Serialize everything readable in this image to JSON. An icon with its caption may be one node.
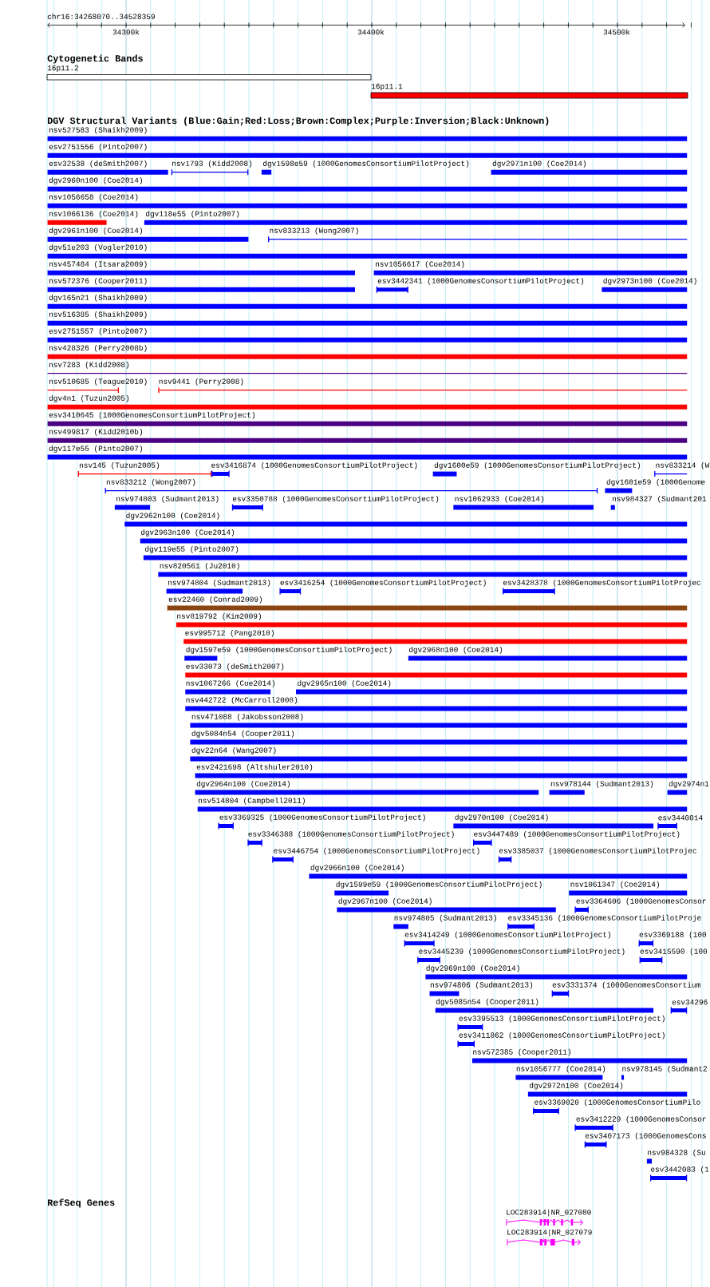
{
  "diagram": {
    "labels": [
      "chr16:34268070..34528359",
      "34300k",
      "34400k",
      "34500k",
      "Cytogenetic Bands",
      "16p11.2",
      "16p11.1",
      "DGV Structural Variants (Blue:Gain;Red:Loss;Brown:Complex;Purple:Inversion;Black:Unknown)",
      "nsv527583 (Shaikh2009)",
      "esv2751556 (Pinto2007)",
      "esv32538 (deSmith2007)",
      "nsv1793 (Kidd2008)",
      "dgv1598e59 (1000GenomesConsortiumPilotProject)",
      "dgv2971n100 (Coe2014)",
      "dgv2960n100 (Coe2014)",
      "nsv1056658 (Coe2014)",
      "nsv1066136 (Coe2014)",
      "dgv118e55 (Pinto2007)",
      "dgv2961n100 (Coe2014)",
      "nsv833213 (Wong2007)",
      "dgv51e203 (Vogler2010)",
      "nsv457484 (Itsara2009)",
      "nsv1056617 (Coe2014)",
      "nsv572376 (Cooper2011)",
      "esv3442341 (1000GenomesConsortiumPilotProject)",
      "dgv2973n100 (Coe2014)",
      "dgv165n21 (Shaikh2009)",
      "nsv516385 (Shaikh2009)",
      "esv2751557 (Pinto2007)",
      "nsv428326 (Perry2008b)",
      "nsv7283 (Kidd2008)",
      "nsv510685 (Teague2010)",
      "nsv9441 (Perry2008)",
      "dgv4n1 (Tuzun2005)",
      "esv3410645 (1000GenomesConsortiumPilotProject)",
      "nsv499817 (Kidd2010b)",
      "dgv117e55 (Pinto2007)",
      "nsv145 (Tuzun2005)",
      "esv3416874 (1000GenomesConsortiumPilotProject)",
      "dgv1600e59 (1000GenomesConsortiumPilotProject)",
      "nsv833214 (W",
      "nsv833212 (Wong2007)",
      "dgv1601e59 (1000Genome",
      "nsv974803 (Sudmant2013)",
      "esv3350788 (1000GenomesConsortiumPilotProject)",
      "nsv1062933 (Coe2014)",
      "nsv984327 (Sudmant201",
      "dgv2962n100 (Coe2014)",
      "dgv2963n100 (Coe2014)",
      "dgv119e55 (Pinto2007)",
      "nsv820561 (Ju2010)",
      "nsv974804 (Sudmant2013)",
      "esv3416254 (1000GenomesConsortiumPilotProject)",
      "esv3428378 (1000GenomesConsortiumPilotProjec",
      "esv22460 (Conrad2009)",
      "nsv819792 (Kim2009)",
      "esv995712 (Pang2010)",
      "dgv1597e59 (1000GenomesConsortiumPilotProject)",
      "dgv2968n100 (Coe2014)",
      "esv33073 (deSmith2007)",
      "nsv1067266 (Coe2014)",
      "dgv2965n100 (Coe2014)",
      "nsv442722 (McCarroll2008)",
      "nsv471088 (Jakobsson2008)",
      "dgv5084n54 (Cooper2011)",
      "dgv22n64 (Wang2007)",
      "esv2421698 (Altshuler2010)",
      "dgv2964n100 (Coe2014)",
      "nsv978144 (Sudmant2013)",
      "dgv2974n1",
      "nsv514804 (Campbell2011)",
      "esv3369325 (1000GenomesConsortiumPilotProject)",
      "dgv2970n100 (Coe2014)",
      "esv3440014",
      "esv3346388 (1000GenomesConsortiumPilotProject)",
      "esv3447489 (1000GenomesConsortiumPilotProject)",
      "esv3446754 (1000GenomesConsortiumPilotProject)",
      "esv3385037 (1000GenomesConsortiumPilotProjec",
      "dgv2966n100 (Coe2014)",
      "dgv1599e59 (1000GenomesConsortiumPilotProject)",
      "nsv1061347 (Coe2014)",
      "dgv2967n100 (Coe2014)",
      "esv3364606 (1000GenomesConsor",
      "nsv974805 (Sudmant2013)",
      "esv3345136 (1000GenomesConsortiumPilotProje",
      "esv3414249 (1000GenomesConsortiumPilotProject)",
      "esv3369188 (100",
      "esv3445239 (1000GenomesConsortiumPilotProject)",
      "esv3415590 (100",
      "dgv2969n100 (Coe2014)",
      "nsv974806 (Sudmant2013)",
      "esv3331374 (1000GenomesConsortium",
      "dgv5085n54 (Cooper2011)",
      "esv34296",
      "esv3395513 (1000GenomesConsortiumPilotProject)",
      "esv3411862 (1000GenomesConsortiumPilotProject)",
      "nsv572385 (Cooper2011)",
      "nsv1056777 (Coe2014)",
      "nsv978145 (Sudmant2",
      "dgv2972n100 (Coe2014)",
      "esv3369020 (1000GenomesConsortiumPilo",
      "esv3412229 (1000GenomesConsor",
      "esv3407173 (1000GenomesCons",
      "nsv984328 (Su",
      "esv3442083 (1",
      "RefSeq Genes",
      "LOC283914|NR_027080",
      "LOC283914|NR_027079"
    ]
  }
}
